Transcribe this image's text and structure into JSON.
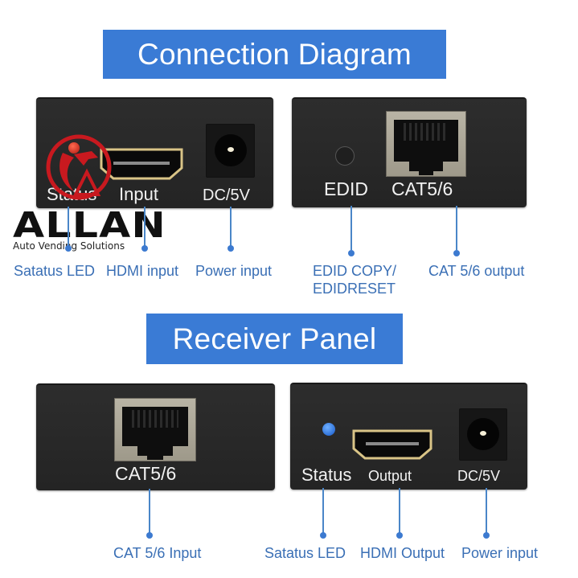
{
  "banners": {
    "connection": "Connection Diagram",
    "receiver": "Receiver Panel"
  },
  "colors": {
    "banner_bg": "#3a7bd5",
    "callout_text": "#3a6fb5",
    "leader_line": "#4a86c8",
    "panel_bg": "#2a2a2a",
    "led_red": "#c0251a",
    "led_blue": "#1f6fe0"
  },
  "watermark": {
    "brand": "ALLAN",
    "tagline": "Auto Vending Solutions",
    "emblem": "dragon-emblem"
  },
  "transmitter": {
    "panel_a": {
      "labels": {
        "status": "Status",
        "input": "Input",
        "dc": "DC/5V"
      },
      "callouts": {
        "status_led": "Satatus LED",
        "hdmi_input": "HDMI input",
        "power_input": "Power input"
      }
    },
    "panel_b": {
      "labels": {
        "edid": "EDID",
        "cat": "CAT5/6"
      },
      "callouts": {
        "edid_line1": "EDID COPY/",
        "edid_line2": "EDIDRESET",
        "cat_output": "CAT 5/6 output"
      }
    }
  },
  "receiver": {
    "panel_a": {
      "labels": {
        "cat": "CAT5/6"
      },
      "callouts": {
        "cat_input": "CAT 5/6 Input"
      }
    },
    "panel_b": {
      "labels": {
        "status": "Status",
        "output": "Output",
        "dc": "DC/5V"
      },
      "callouts": {
        "status_led": "Satatus LED",
        "hdmi_output": "HDMI Output",
        "power_input": "Power input"
      }
    }
  }
}
